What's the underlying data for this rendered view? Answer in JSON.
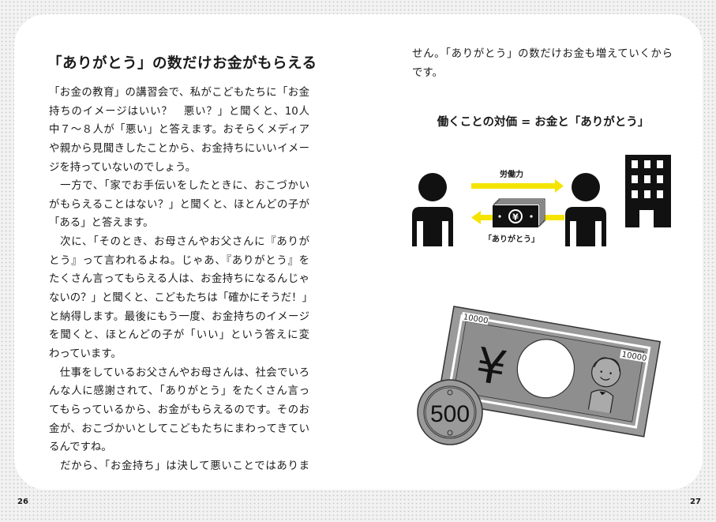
{
  "left_page": {
    "title": "「ありがとう」の数だけお金がもらえる",
    "lines": [
      "「お金の教育」の講習会で、私がこどもたちに「お金",
      "持ちのイメージはいい？　悪い？」と聞くと、10人",
      "中７～８人が「悪い」と答えます。おそらくメディア",
      "や親から見聞きしたことから、お金持ちにいいイメー",
      "ジを持っていないのでしょう。",
      "　一方で、「家でお手伝いをしたときに、おこづかい",
      "がもらえることはない？」と聞くと、ほとんどの子が",
      "「ある」と答えます。",
      "　次に、「そのとき、お母さんやお父さんに『ありが",
      "とう』って言われるよね。じゃあ、『ありがとう』を",
      "たくさん言ってもらえる人は、お金持ちになるんじゃ",
      "ないの？」と聞くと、こどもたちは「確かにそうだ！」",
      "と納得します。最後にもう一度、お金持ちのイメージ",
      "を聞くと、ほとんどの子が「いい」という答えに変",
      "わっています。",
      "　仕事をしているお父さんやお母さんは、社会でいろ",
      "んな人に感謝されて、「ありがとう」をたくさん言っ",
      "てもらっているから、お金がもらえるのです。そのお",
      "金が、おこづかいとしてこどもたちにまわってきてい",
      "るんですね。",
      "　だから、「お金持ち」は決して悪いことではありま"
    ],
    "page_number": "26"
  },
  "right_page": {
    "lines": [
      "せん。「ありがとう」の数だけお金も増えていくから",
      "です。"
    ],
    "diagram": {
      "heading": "働くことの対価 = お金と「ありがとう」",
      "labor_label": "労働力",
      "thanks_label": "「ありがとう」",
      "bill_symbol": "¥",
      "arrow_color": "#f5e400"
    },
    "illustration": {
      "banknote_value": "10000",
      "banknote_symbol": "¥",
      "coin_value": "500"
    },
    "page_number": "27"
  }
}
